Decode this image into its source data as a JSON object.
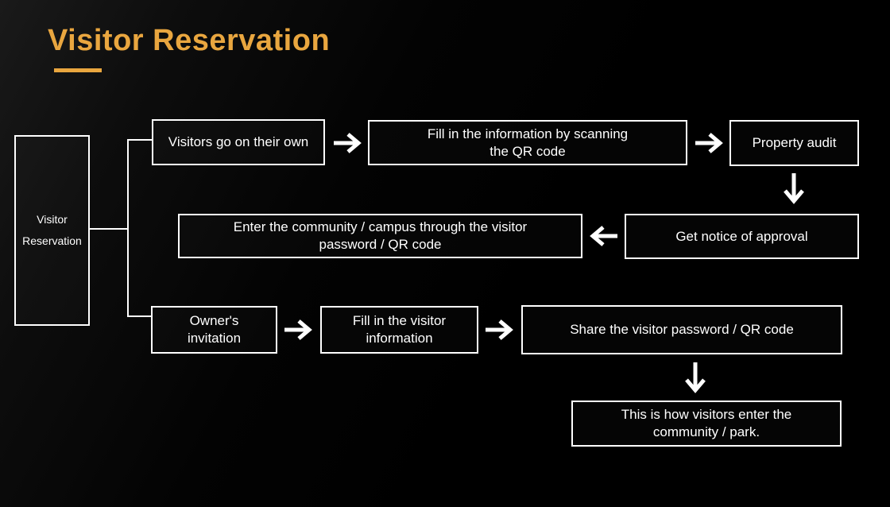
{
  "title": {
    "text": "Visitor Reservation"
  },
  "colors": {
    "background": "#000000",
    "accent_gold": "#E9A63F",
    "box_border": "#FFFFFF",
    "text": "#FFFFFF"
  },
  "icons": {
    "arrow_right_icon": "→",
    "arrow_left_icon": "←",
    "arrow_down_icon": "↓"
  },
  "flowchart": {
    "root": {
      "label": "Visitor\nReservation"
    },
    "branch_self": {
      "step1": {
        "label": "Visitors go on their own"
      },
      "step2": {
        "label": "Fill in the information by scanning\nthe QR code"
      },
      "step3": {
        "label": "Property audit"
      },
      "step4": {
        "label": "Get notice of approval"
      },
      "step5": {
        "label": "Enter the community / campus through the visitor\npassword / QR code"
      }
    },
    "branch_invitation": {
      "step1": {
        "label": "Owner's\ninvitation"
      },
      "step2": {
        "label": "Fill in the visitor\ninformation"
      },
      "step3": {
        "label": "Share the visitor password / QR code"
      },
      "step4": {
        "label": "This is how visitors enter the\ncommunity / park."
      }
    }
  }
}
